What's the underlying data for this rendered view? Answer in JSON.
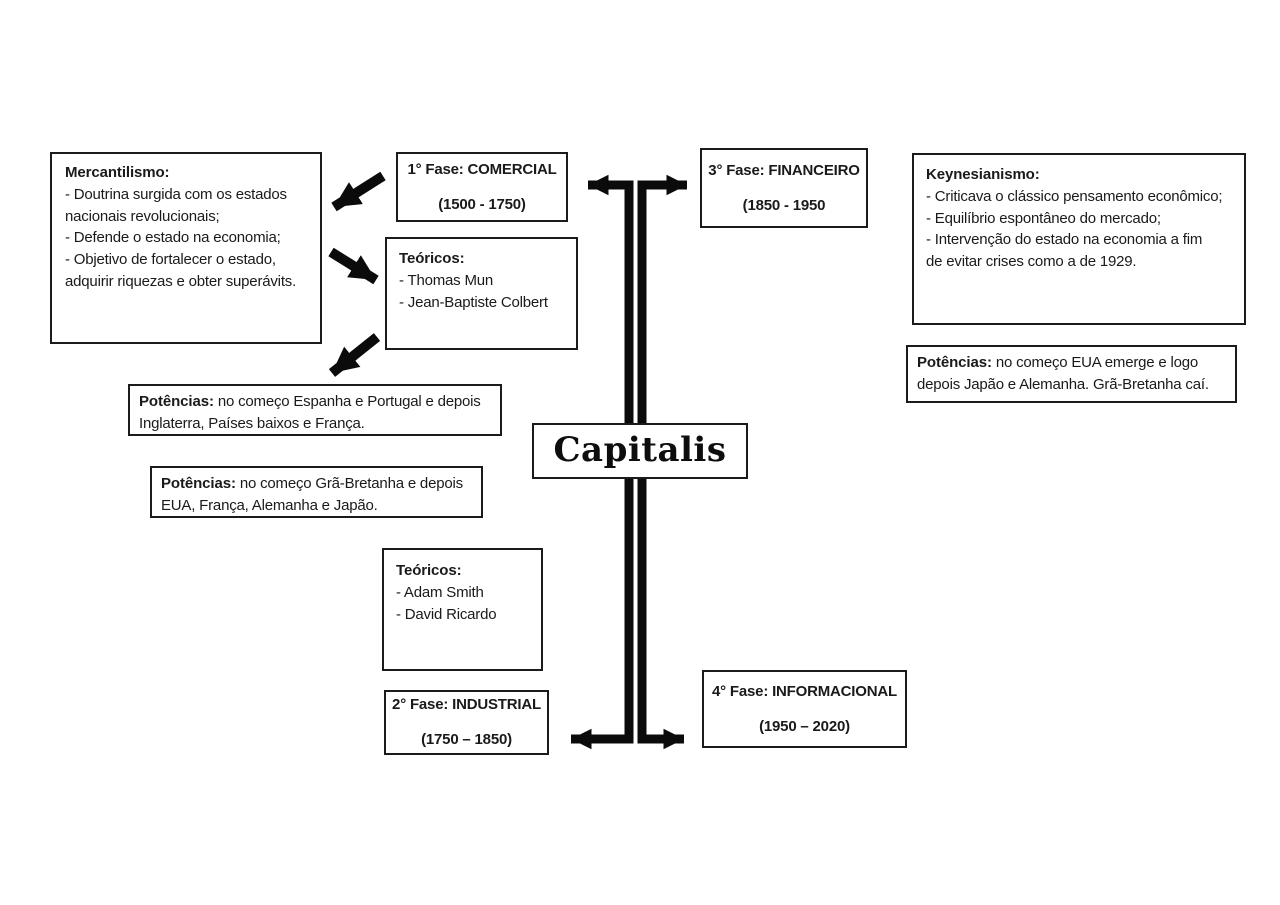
{
  "page": {
    "background": "#ffffff",
    "line_color": "#000000",
    "box_border_color": "#1b1b1b"
  },
  "diagram": {
    "center": {
      "title": "Capitalis"
    },
    "mercantilismo": {
      "title": "Mercantilismo:",
      "items": [
        "- Doutrina surgida com os estados nacionais revolucionais;",
        "- Defende o estado na economia;",
        "- Objetivo de fortalecer o estado, adquirir riquezas e obter superávits."
      ]
    },
    "fase1": {
      "line1": "1° Fase: COMERCIAL",
      "line2": "(1500 - 1750)"
    },
    "fase2": {
      "line1": "2° Fase: INDUSTRIAL",
      "line2": "(1750 – 1850)"
    },
    "fase3": {
      "line1": "3° Fase: FINANCEIRO",
      "line2": "(1850 - 1950"
    },
    "fase4": {
      "line1": "4° Fase: INFORMACIONAL",
      "line2": "(1950 – 2020)"
    },
    "teoricos_mercantilistas": {
      "title": "Teóricos:",
      "items": [
        "- Thomas Mun",
        "- Jean-Baptiste Colbert"
      ]
    },
    "teoricos_classicos": {
      "title": "Teóricos:",
      "items": [
        "- Adam Smith",
        "- David Ricardo"
      ]
    },
    "keynesianismo": {
      "title": "Keynesianismo:",
      "items": [
        "- Criticava o clássico pensamento econômico;",
        "- Equilíbrio espontâneo do mercado;",
        "- Intervenção do estado na economia a fim de evitar crises como a de 1929."
      ]
    },
    "potencias_comercial": {
      "label": "Potências:",
      "text": "no começo Espanha e Portugal e depois Inglaterra, Países baixos e França."
    },
    "potencias_industrial": {
      "label": "Potências:",
      "text": "no começo Grã-Bretanha e depois EUA, França, Alemanha e Japão."
    },
    "potencias_financeiro": {
      "label": "Potências:",
      "text": "no começo EUA emerge e logo depois Japão e Alemanha. Grã-Bretanha caí."
    }
  }
}
